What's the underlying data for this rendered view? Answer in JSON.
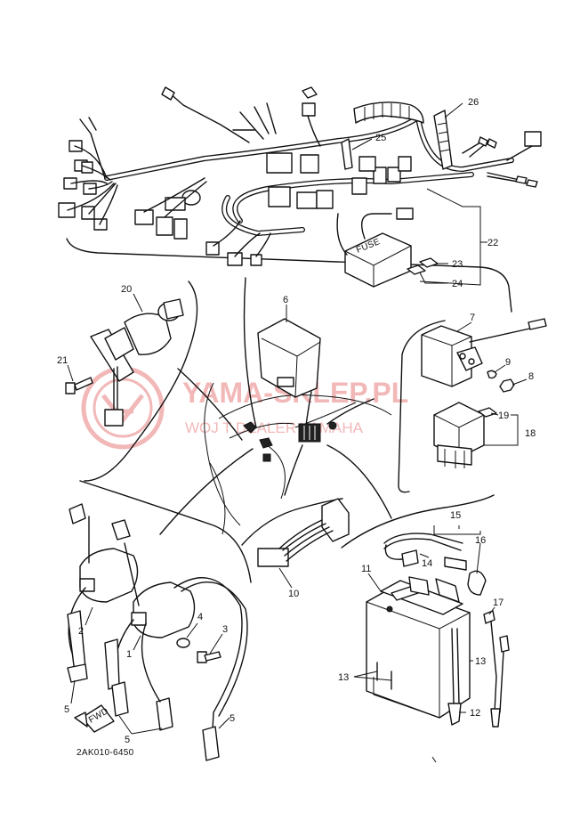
{
  "watermark": {
    "brand": "YAMA-SKLEP.PL",
    "tagline": "WOJ              T DEALER YAMAHA",
    "color": "#f2b8b8"
  },
  "diagram_code": "2AK010-6450",
  "fwd_label": "FWD",
  "fuse_label": "FUSE",
  "callouts": {
    "c1": "1",
    "c2": "2",
    "c3": "3",
    "c4": "4",
    "c5a": "5",
    "c5b": "5",
    "c5c": "5",
    "c6": "6",
    "c7": "7",
    "c8": "8",
    "c9": "9",
    "c10": "10",
    "c11": "11",
    "c12": "12",
    "c13a": "13",
    "c13b": "13",
    "c14": "14",
    "c15": "15",
    "c16": "16",
    "c17": "17",
    "c18": "18",
    "c19": "19",
    "c20": "20",
    "c21": "21",
    "c22": "22",
    "c23": "23",
    "c24": "24",
    "c25": "25",
    "c26": "26"
  }
}
